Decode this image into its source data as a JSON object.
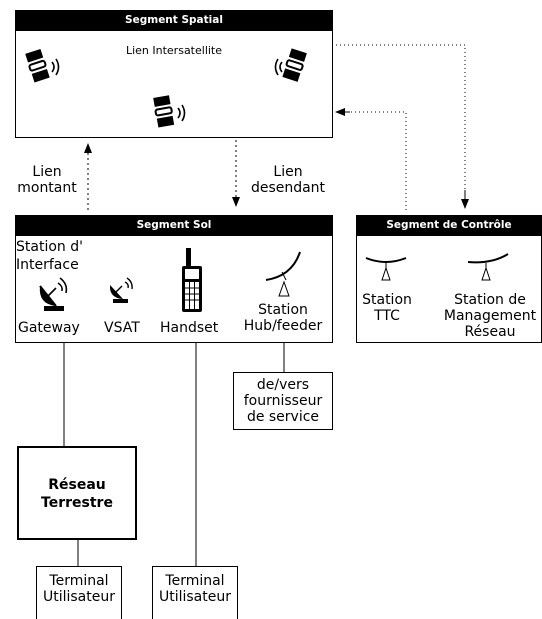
{
  "space_segment": {
    "title": "Segment Spatial",
    "intersatellite_label": "Lien Intersatellite"
  },
  "links": {
    "uplink": [
      "Lien",
      "montant"
    ],
    "downlink": [
      "Lien",
      "desendant"
    ]
  },
  "ground_segment": {
    "title": "Segment Sol",
    "interface_station": [
      "Station d'",
      "Interface"
    ],
    "gateway": "Gateway",
    "vsat": "VSAT",
    "handset": "Handset",
    "hub": [
      "Station",
      "Hub/feeder"
    ]
  },
  "control_segment": {
    "title": "Segment de Contrôle",
    "ttc": [
      "Station",
      "TTC"
    ],
    "management": [
      "Station de",
      "Management",
      "Réseau"
    ]
  },
  "service_provider": [
    "de/vers",
    "fournisseur",
    "de service"
  ],
  "terrestrial_network": [
    "Réseau",
    "Terrestre"
  ],
  "terminals": [
    [
      "Terminal",
      "Utilisateur"
    ],
    [
      "Terminal",
      "Utilisateur"
    ]
  ],
  "icons": [
    "satellite-icon",
    "satellite-dish-icon",
    "handset-icon",
    "antenna-icon"
  ]
}
